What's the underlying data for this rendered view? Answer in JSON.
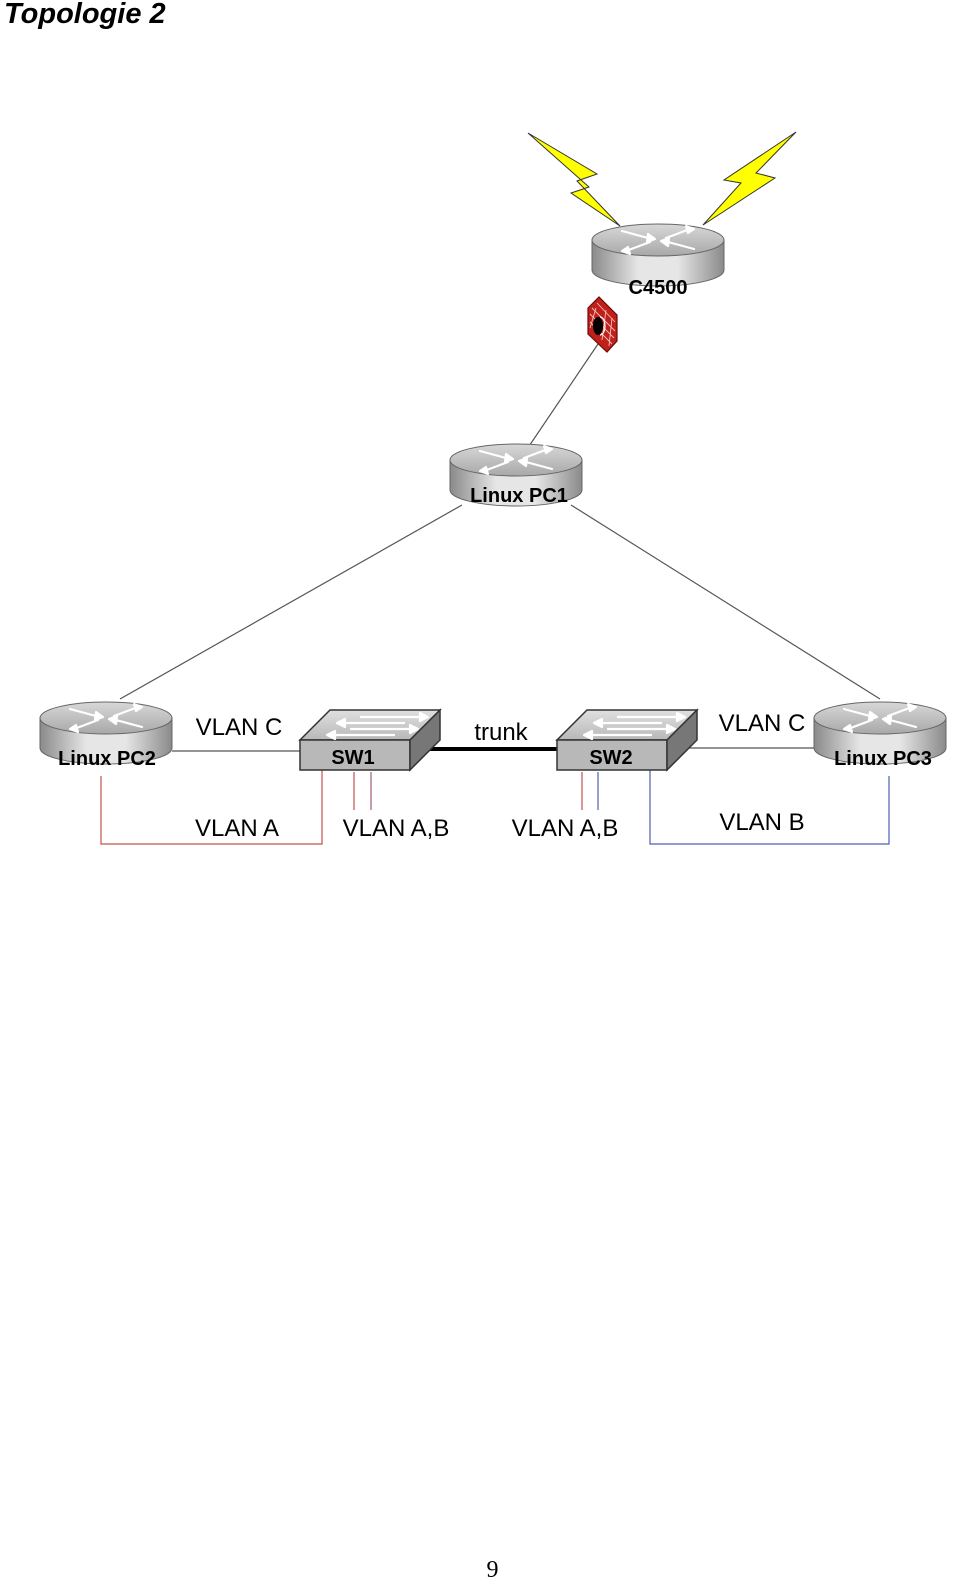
{
  "title": "Topologie 2",
  "page_number": "9",
  "colors": {
    "vlan_a": "#c0504d",
    "vlan_b": "#4f5fb0",
    "link": "#555555",
    "firewall": "#c0201a",
    "lightning": "#ffff00"
  },
  "devices": {
    "c4500": {
      "label": "C4500",
      "type": "router",
      "icon": "router-icon"
    },
    "pc1": {
      "label": "Linux PC1",
      "type": "router",
      "icon": "router-icon"
    },
    "pc2": {
      "label": "Linux PC2",
      "type": "router",
      "icon": "router-icon"
    },
    "pc3": {
      "label": "Linux PC3",
      "type": "router",
      "icon": "router-icon"
    },
    "sw1": {
      "label": "SW1",
      "type": "switch",
      "icon": "switch-icon"
    },
    "sw2": {
      "label": "SW2",
      "type": "switch",
      "icon": "switch-icon"
    },
    "firewall": {
      "icon": "firewall-icon"
    }
  },
  "link_labels": {
    "vlan_c_left": "VLAN C",
    "vlan_c_right": "VLAN C",
    "trunk": "trunk",
    "vlan_a": "VLAN A",
    "vlan_ab_sw1": "VLAN A,B",
    "vlan_ab_sw2": "VLAN A,B",
    "vlan_b": "VLAN B"
  }
}
